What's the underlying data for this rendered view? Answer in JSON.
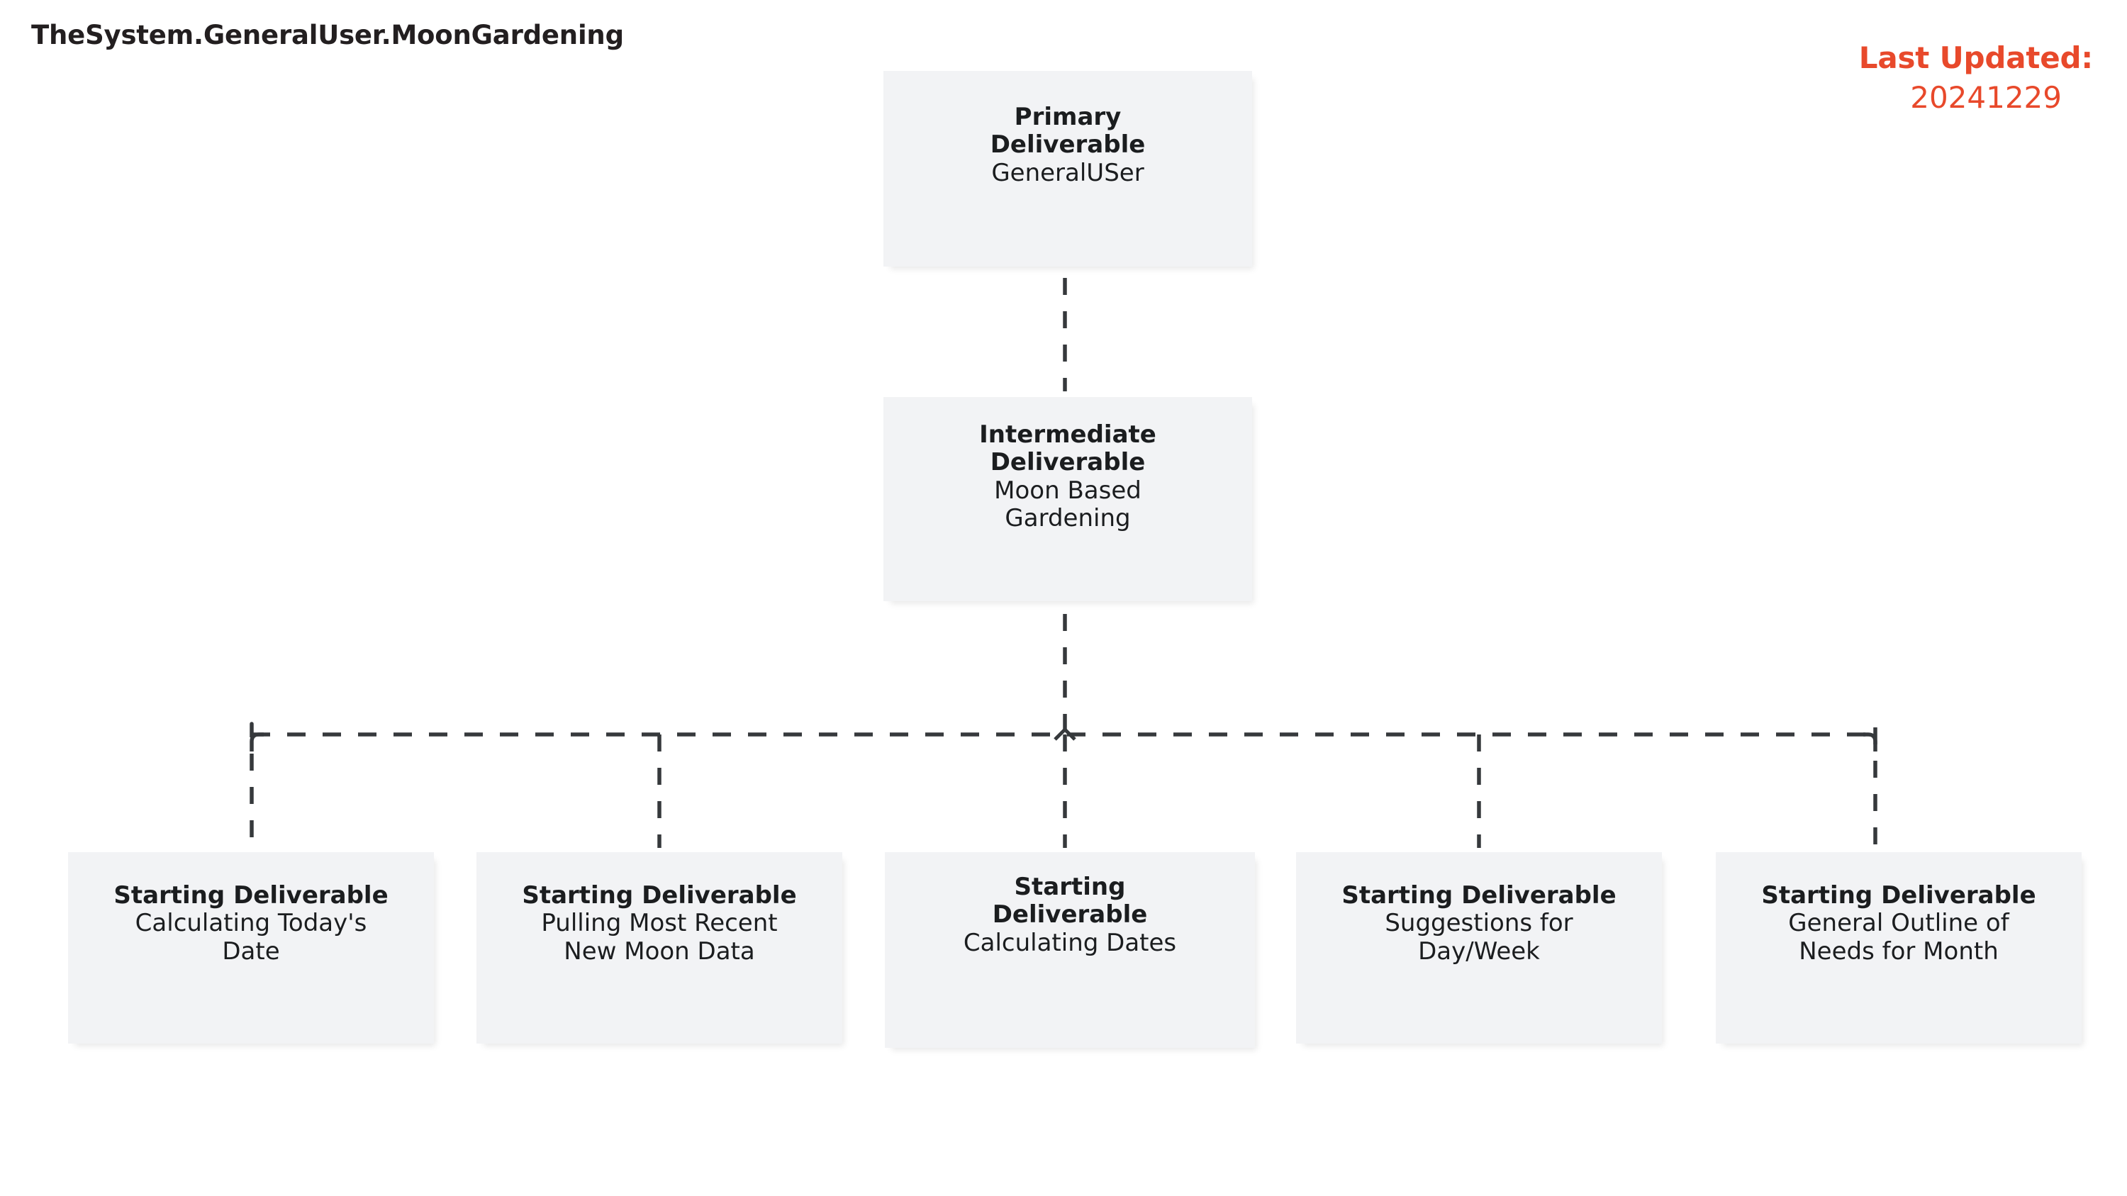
{
  "header": {
    "title": "TheSystem.GeneralUser.MoonGardening",
    "updated_label": "Last Updated:",
    "updated_value": "20241229",
    "accent_color": "#e8492b"
  },
  "theme": {
    "node_fill": "#f2f3f5",
    "node_text": "#1b1d1f",
    "connector_color": "#36393c",
    "background": "#ffffff"
  },
  "diagram": {
    "type": "hierarchy",
    "connector_style": "dashed",
    "nodes": {
      "primary": {
        "title": "Primary Deliverable",
        "body": "GeneralUSer"
      },
      "intermediate": {
        "title": "Intermediate Deliverable",
        "body": "Moon Based Gardening"
      },
      "leaves": [
        {
          "title": "Starting Deliverable",
          "body": "Calculating Today's Date"
        },
        {
          "title": "Starting Deliverable",
          "body": "Pulling Most Recent New Moon Data"
        },
        {
          "title": "Starting Deliverable",
          "body": "Calculating Dates"
        },
        {
          "title": "Starting Deliverable",
          "body": "Suggestions for Day/Week"
        },
        {
          "title": "Starting Deliverable",
          "body": "General Outline of Needs for Month"
        }
      ]
    },
    "edges": [
      {
        "from": "primary",
        "to": "intermediate"
      },
      {
        "from": "intermediate",
        "to": "leaf-0"
      },
      {
        "from": "intermediate",
        "to": "leaf-1"
      },
      {
        "from": "intermediate",
        "to": "leaf-2"
      },
      {
        "from": "intermediate",
        "to": "leaf-3"
      },
      {
        "from": "intermediate",
        "to": "leaf-4"
      }
    ]
  }
}
